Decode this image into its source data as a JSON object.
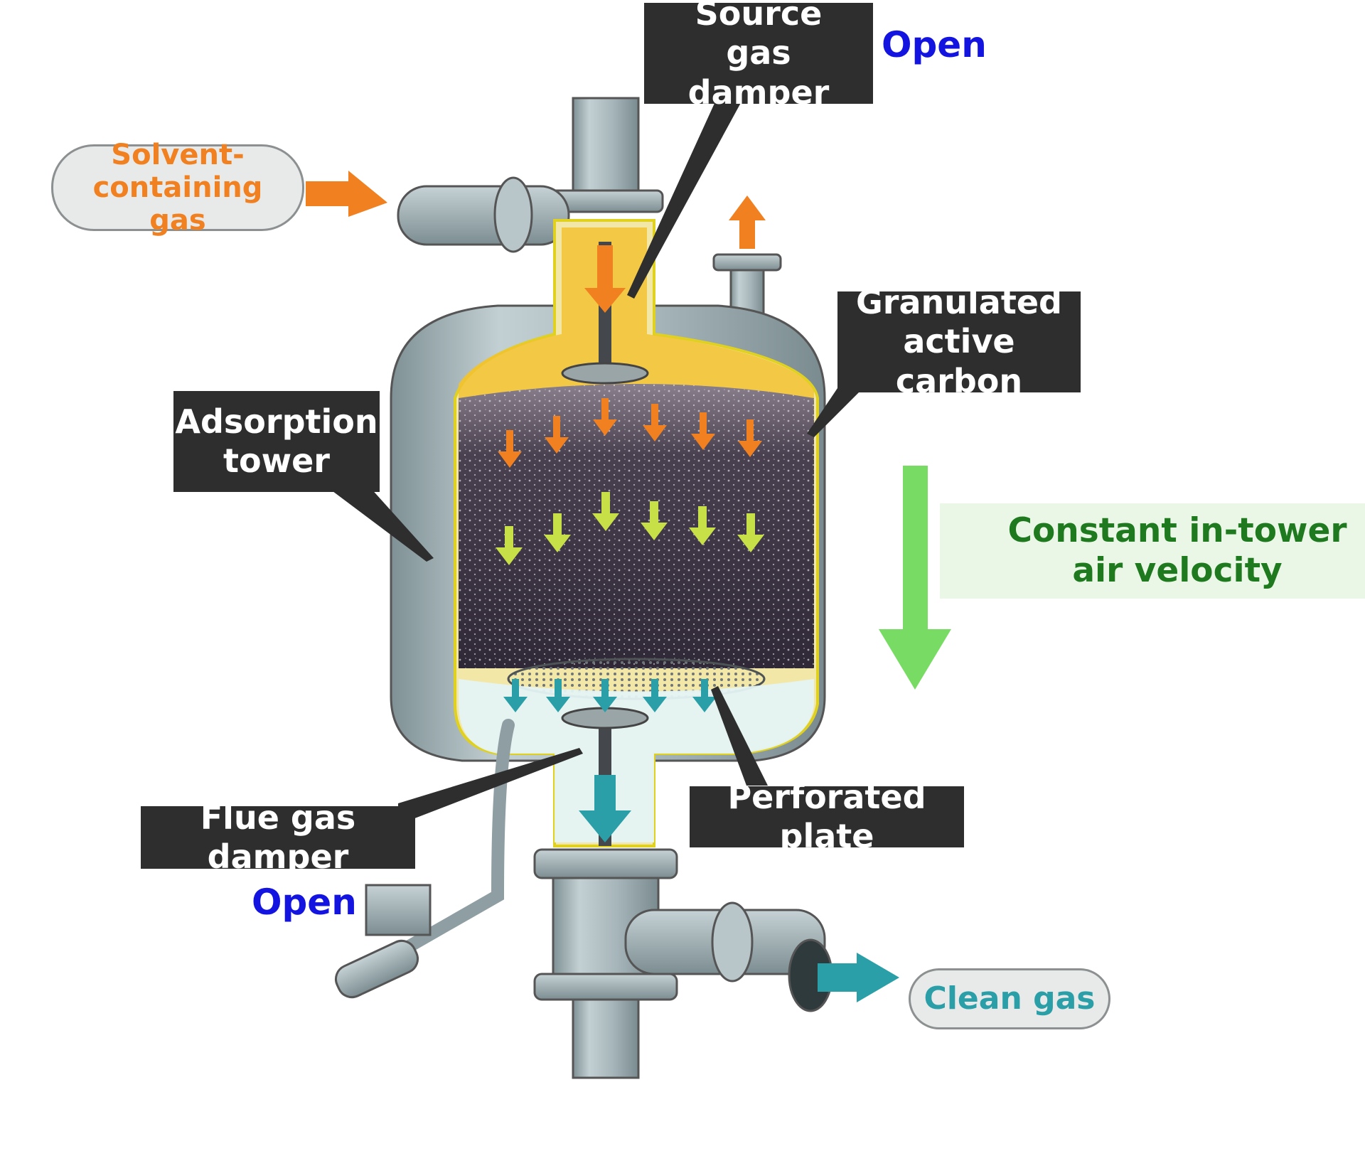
{
  "labels": {
    "source_gas_damper": "Source gas damper",
    "open_top": "Open",
    "solvent_gas": "Solvent-containing gas",
    "granulated_carbon": "Granulated active carbon",
    "adsorption_tower": "Adsorption tower",
    "constant_velocity": "Constant in-tower air velocity",
    "perforated_plate": "Perforated plate",
    "flue_gas_damper": "Flue gas damper",
    "open_bottom": "Open",
    "clean_gas": "Clean gas"
  },
  "colors": {
    "label_bg": "#2e2e2e",
    "open_text": "#1414e0",
    "solvent_arrow": "#f08020",
    "clean_arrow": "#2a9fa8",
    "velocity_arrow": "#78dc64",
    "velocity_text": "#1f7a1f",
    "carbon": "#3a3340",
    "tower_steel": "#a8b8bc"
  }
}
